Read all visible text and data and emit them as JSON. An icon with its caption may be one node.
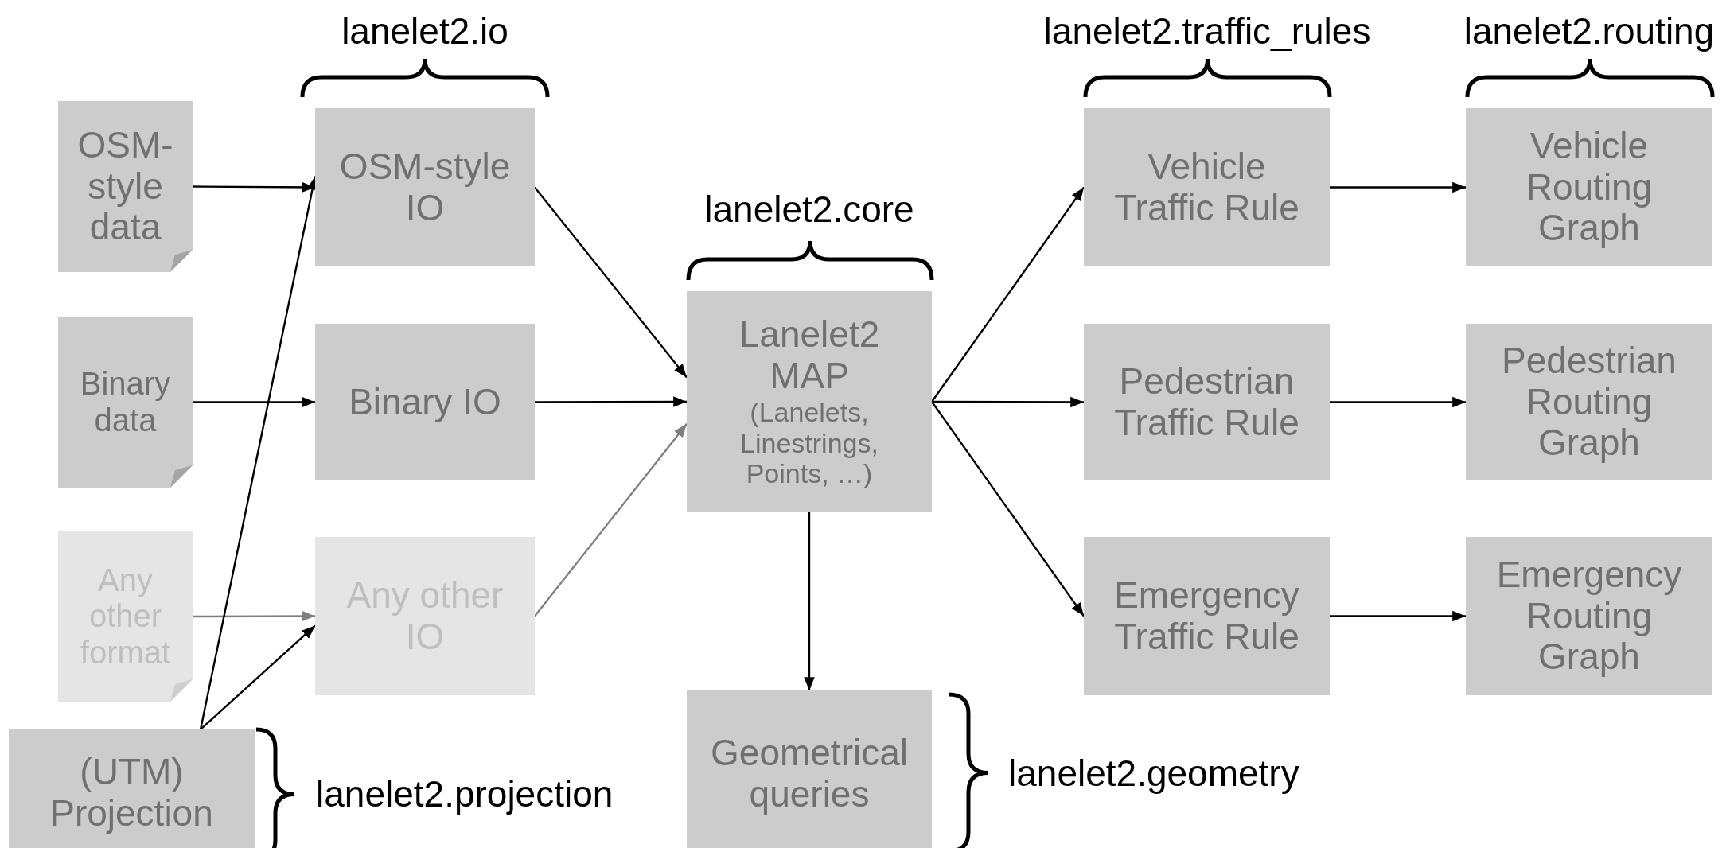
{
  "diagram": {
    "nodes": [
      {
        "text": [
          "OSM-style data"
        ]
      },
      {
        "text": [
          "Binary data"
        ]
      },
      {
        "text": [
          "Any other format"
        ]
      },
      {
        "text": [
          "(UTM) Projection"
        ]
      },
      {
        "text": [
          "OSM-style IO"
        ]
      },
      {
        "text": [
          "Binary IO"
        ]
      },
      {
        "text": [
          "Any other IO"
        ]
      },
      {
        "text": [
          "Lanelet2 MAP",
          "(Lanelets, Linestrings, Points, …)"
        ]
      },
      {
        "text": [
          "Geometrical queries"
        ]
      },
      {
        "text": [
          "Vehicle Traffic Rule"
        ]
      },
      {
        "text": [
          "Pedestrian Traffic Rule"
        ]
      },
      {
        "text": [
          "Emergency Traffic Rule"
        ]
      },
      {
        "text": [
          "Vehicle Routing Graph"
        ]
      },
      {
        "text": [
          "Pedestrian Routing Graph"
        ]
      },
      {
        "text": [
          "Emergency Routing Graph"
        ]
      }
    ],
    "edges": [
      {
        "from": 0,
        "to": 4,
        "arrow": "to"
      },
      {
        "from": 1,
        "to": 5,
        "arrow": "to"
      },
      {
        "from": 2,
        "to": 6,
        "arrow": "to",
        "color": "#7f7f7f"
      },
      {
        "from": 3,
        "to": 4,
        "arrow": "to"
      },
      {
        "from": 3,
        "to": 6,
        "arrow": "to"
      },
      {
        "from": 4,
        "to": 7,
        "arrow": "to"
      },
      {
        "from": 5,
        "to": 7,
        "arrow": "to"
      },
      {
        "from": 6,
        "to": 7,
        "arrow": "to",
        "color": "#7f7f7f"
      },
      {
        "from": 7,
        "to": 9,
        "arrow": "to"
      },
      {
        "from": 7,
        "to": 10,
        "arrow": "to"
      },
      {
        "from": 7,
        "to": 11,
        "arrow": "to"
      },
      {
        "from": 7,
        "to": 8,
        "arrow": "to"
      },
      {
        "from": 9,
        "to": 12,
        "arrow": "to"
      },
      {
        "from": 10,
        "to": 13,
        "arrow": "to"
      },
      {
        "from": 11,
        "to": 14,
        "arrow": "to"
      }
    ],
    "labels": [
      "lanelet2.io",
      "lanelet2.core",
      "lanelet2.traffic_rules",
      "lanelet2.routing",
      "lanelet2.projection",
      "lanelet2.geometry"
    ]
  }
}
